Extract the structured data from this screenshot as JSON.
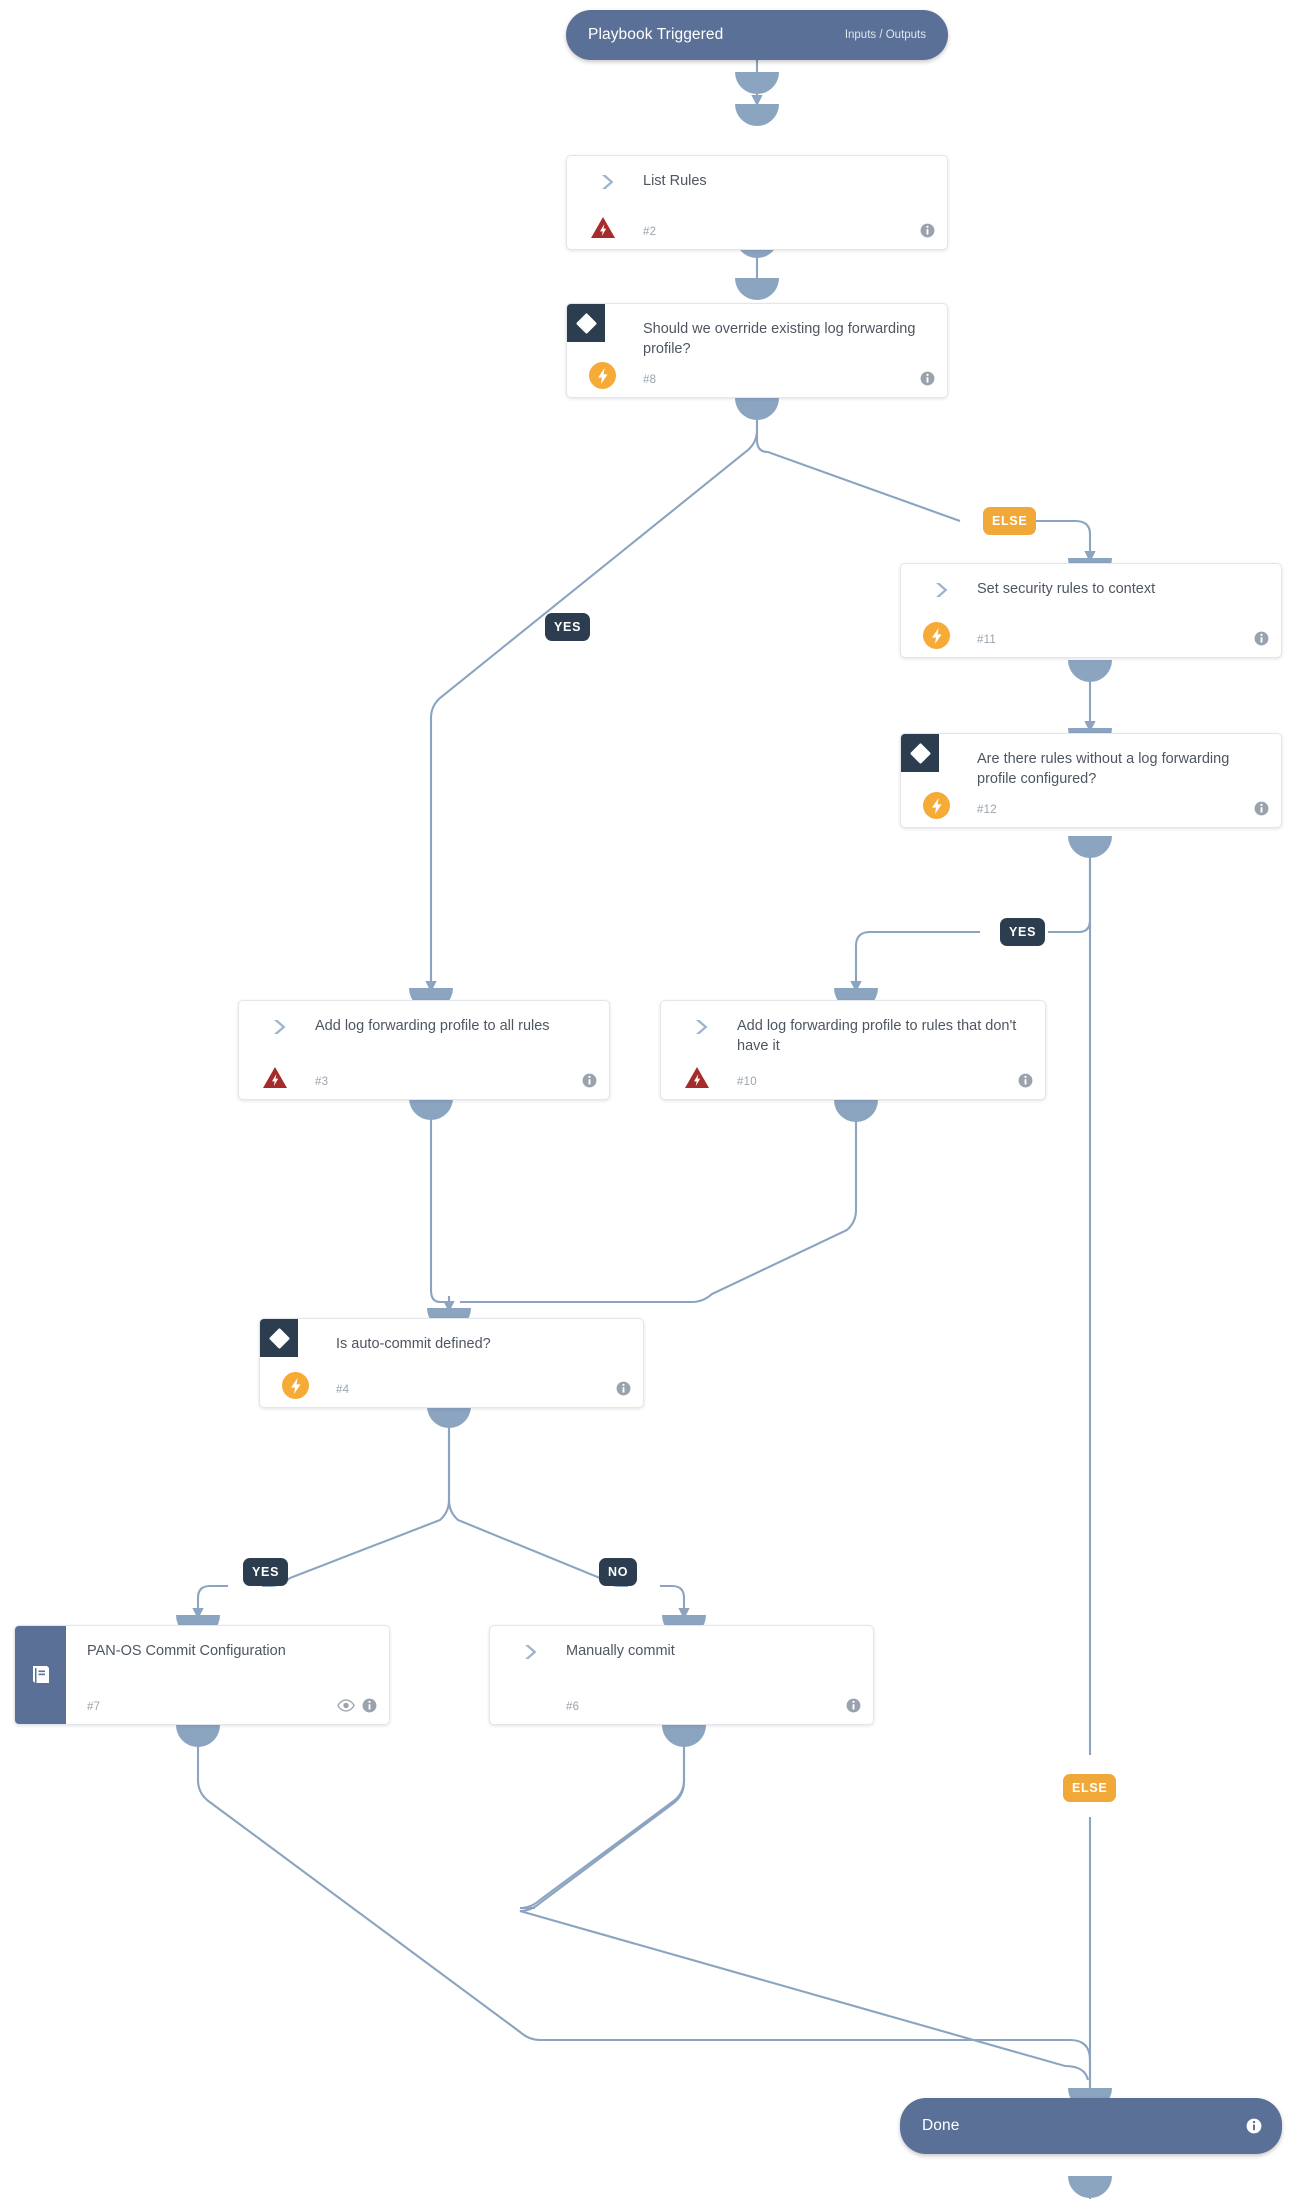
{
  "diagram": {
    "type": "playbook-flowchart",
    "title": "Playbook Triggered"
  },
  "start_node": {
    "label": "Playbook Triggered",
    "sublabel": "Inputs / Outputs",
    "color": "#5b7097"
  },
  "end_node": {
    "label": "Done",
    "color": "#5b7097"
  },
  "nodes": [
    {
      "id": "n2",
      "label": "List Rules",
      "number": "#2",
      "kind": "task",
      "icon": "chevron-icon",
      "badge": "warning-bolt-icon",
      "badge_color": "#a62c2c",
      "has_info": true
    },
    {
      "id": "n8",
      "label": "Should we override existing log forwarding profile?",
      "number": "#8",
      "kind": "condition",
      "icon": "diamond-icon",
      "badge": "bolt-icon",
      "badge_color": "#f5ab35",
      "has_info": true
    },
    {
      "id": "n11",
      "label": "Set security rules to context",
      "number": "#11",
      "kind": "task",
      "icon": "chevron-icon",
      "badge": "bolt-icon",
      "badge_color": "#f5ab35",
      "has_info": true
    },
    {
      "id": "n12",
      "label": "Are there rules without a log forwarding profile configured?",
      "number": "#12",
      "kind": "condition",
      "icon": "diamond-icon",
      "badge": "bolt-icon",
      "badge_color": "#f5ab35",
      "has_info": true
    },
    {
      "id": "n3",
      "label": "Add log forwarding profile to all rules",
      "number": "#3",
      "kind": "task",
      "icon": "chevron-icon",
      "badge": "warning-bolt-icon",
      "badge_color": "#a62c2c",
      "has_info": true
    },
    {
      "id": "n10",
      "label": "Add log forwarding profile to rules that don't have it",
      "number": "#10",
      "kind": "task",
      "icon": "chevron-icon",
      "badge": "warning-bolt-icon",
      "badge_color": "#a62c2c",
      "has_info": true
    },
    {
      "id": "n4",
      "label": "Is auto-commit defined?",
      "number": "#4",
      "kind": "condition",
      "icon": "diamond-icon",
      "badge": "bolt-icon",
      "badge_color": "#f5ab35",
      "has_info": true
    },
    {
      "id": "n7",
      "label": "PAN-OS Commit Configuration",
      "number": "#7",
      "kind": "sub-playbook",
      "icon": "playbook-book-icon",
      "has_eye": true,
      "has_info": true
    },
    {
      "id": "n6",
      "label": "Manually commit",
      "number": "#6",
      "kind": "task",
      "icon": "chevron-icon",
      "has_info": true
    }
  ],
  "branch_labels": [
    {
      "id": "b1",
      "text": "ELSE",
      "style": "amber",
      "from": "n8"
    },
    {
      "id": "b2",
      "text": "YES",
      "style": "dark",
      "from": "n8"
    },
    {
      "id": "b3",
      "text": "YES",
      "style": "dark",
      "from": "n12"
    },
    {
      "id": "b4",
      "text": "YES",
      "style": "dark",
      "from": "n4"
    },
    {
      "id": "b5",
      "text": "NO",
      "style": "dark",
      "from": "n4"
    },
    {
      "id": "b6",
      "text": "ELSE",
      "style": "amber",
      "from": "n12"
    }
  ],
  "colors": {
    "terminal": "#5b7097",
    "condition_accent": "#2b3d4f",
    "bolt_badge": "#f5ab35",
    "warning_badge": "#a62c2c",
    "edge": "#8ba4c0",
    "card_border": "#e3e6ea",
    "title_text": "#4e5661",
    "number_text": "#9aa3ad"
  }
}
